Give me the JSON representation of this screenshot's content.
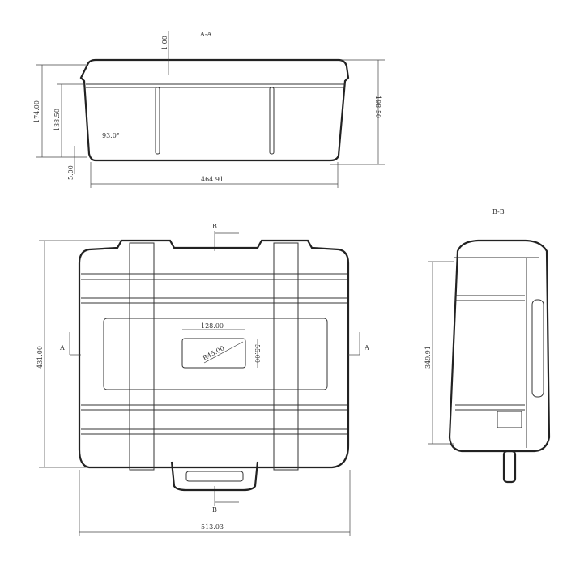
{
  "section_aa": {
    "label": "A-A",
    "dim_top": "1.00",
    "dim_height_outer_left": "174.00",
    "dim_height_inner": "138.50",
    "dim_angle": "93.0°",
    "dim_base": "5.00",
    "dim_width": "464.91",
    "dim_height_right": "198.50"
  },
  "plan_view": {
    "section_marker_b": "B",
    "section_marker_a": "A",
    "dim_height": "431.00",
    "dim_width": "513.03",
    "label_width": "128.00",
    "label_radius": "R45.00",
    "label_height": "55.00"
  },
  "section_bb": {
    "label": "B-B",
    "dim_height": "349.91"
  }
}
